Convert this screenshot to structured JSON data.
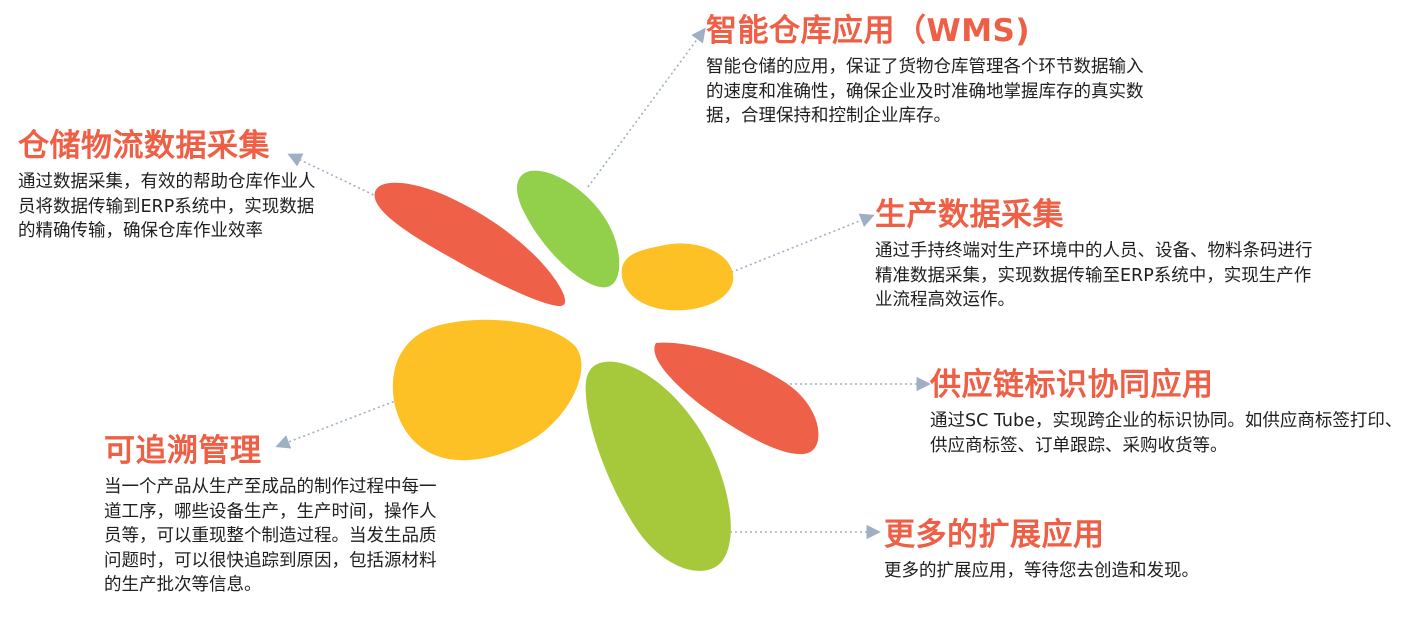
{
  "colors": {
    "title": "#EE5F45",
    "text": "#1f1f1f",
    "connector": "#9FB0C4",
    "petal_red": "#EE6048",
    "petal_yellow": "#FEC125",
    "petal_green_light": "#92CF4B",
    "petal_green": "#A5C93A"
  },
  "sections": {
    "wms": {
      "title": "智能仓库应用（WMS)",
      "desc": "智能仓储的应用，保证了货物仓库管理各个环节数据输入的速度和准确性，确保企业及时准确地掌握库存的真实数据，合理保持和控制企业库存。"
    },
    "warehouse": {
      "title": "仓储物流数据采集",
      "desc": "通过数据采集，有效的帮助仓库作业人员将数据传输到ERP系统中，实现数据的精确传输，确保仓库作业效率"
    },
    "production": {
      "title": "生产数据采集",
      "desc": "通过手持终端对生产环境中的人员、设备、物料条码进行精准数据采集，实现数据传输至ERP系统中，实现生产作业流程高效运作。"
    },
    "supply": {
      "title": "供应链标识协同应用",
      "desc": "通过SC Tube，实现跨企业的标识协同。如供应商标签打印、供应商标签、订单跟踪、采购收货等。"
    },
    "trace": {
      "title": "可追溯管理",
      "desc": "当一个产品从生产至成品的制作过程中每一道工序，哪些设备生产，生产时间，操作人员等，可以重现整个制造过程。当发生品质问题时，可以很快追踪到原因，包括源材料的生产批次等信息。"
    },
    "more": {
      "title": "更多的扩展应用",
      "desc": "更多的扩展应用，等待您去创造和发现。"
    }
  }
}
